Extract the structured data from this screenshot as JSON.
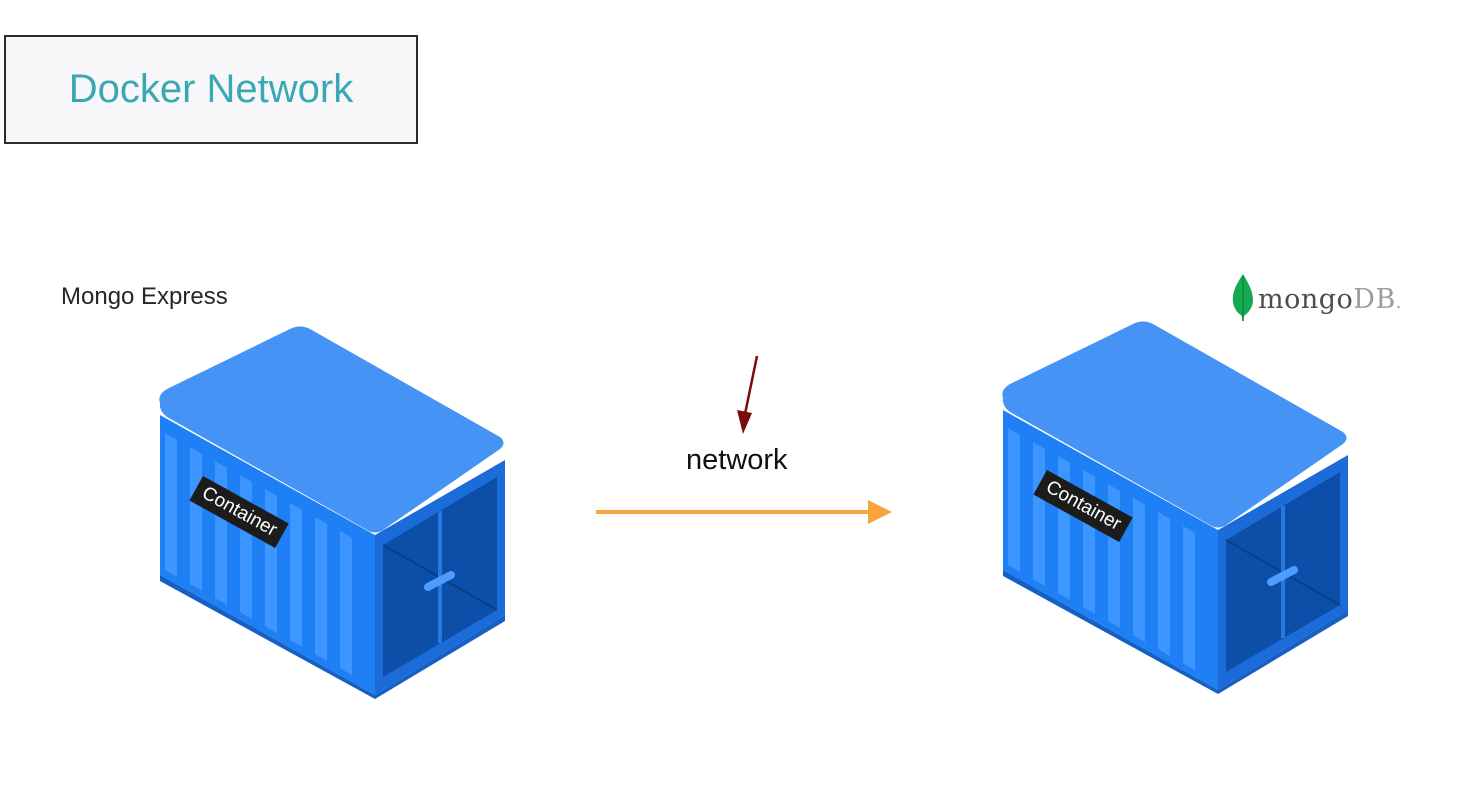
{
  "title": "Docker Network",
  "left_container": {
    "label": "Mongo Express",
    "tag": "Container"
  },
  "right_container": {
    "logo_text_main": "mongo",
    "logo_text_db": "DB",
    "logo_dot": ".",
    "tag": "Container"
  },
  "connection": {
    "label": "network"
  },
  "colors": {
    "title_text": "#3aa8b2",
    "container_top": "#4593f5",
    "container_front": "#1f80f5",
    "container_side": "#1b6bd8",
    "door": "#0d4fa8",
    "arrow": "#f7a53a",
    "pointer": "#7a0c0c",
    "mongo_leaf": "#13aa52"
  }
}
